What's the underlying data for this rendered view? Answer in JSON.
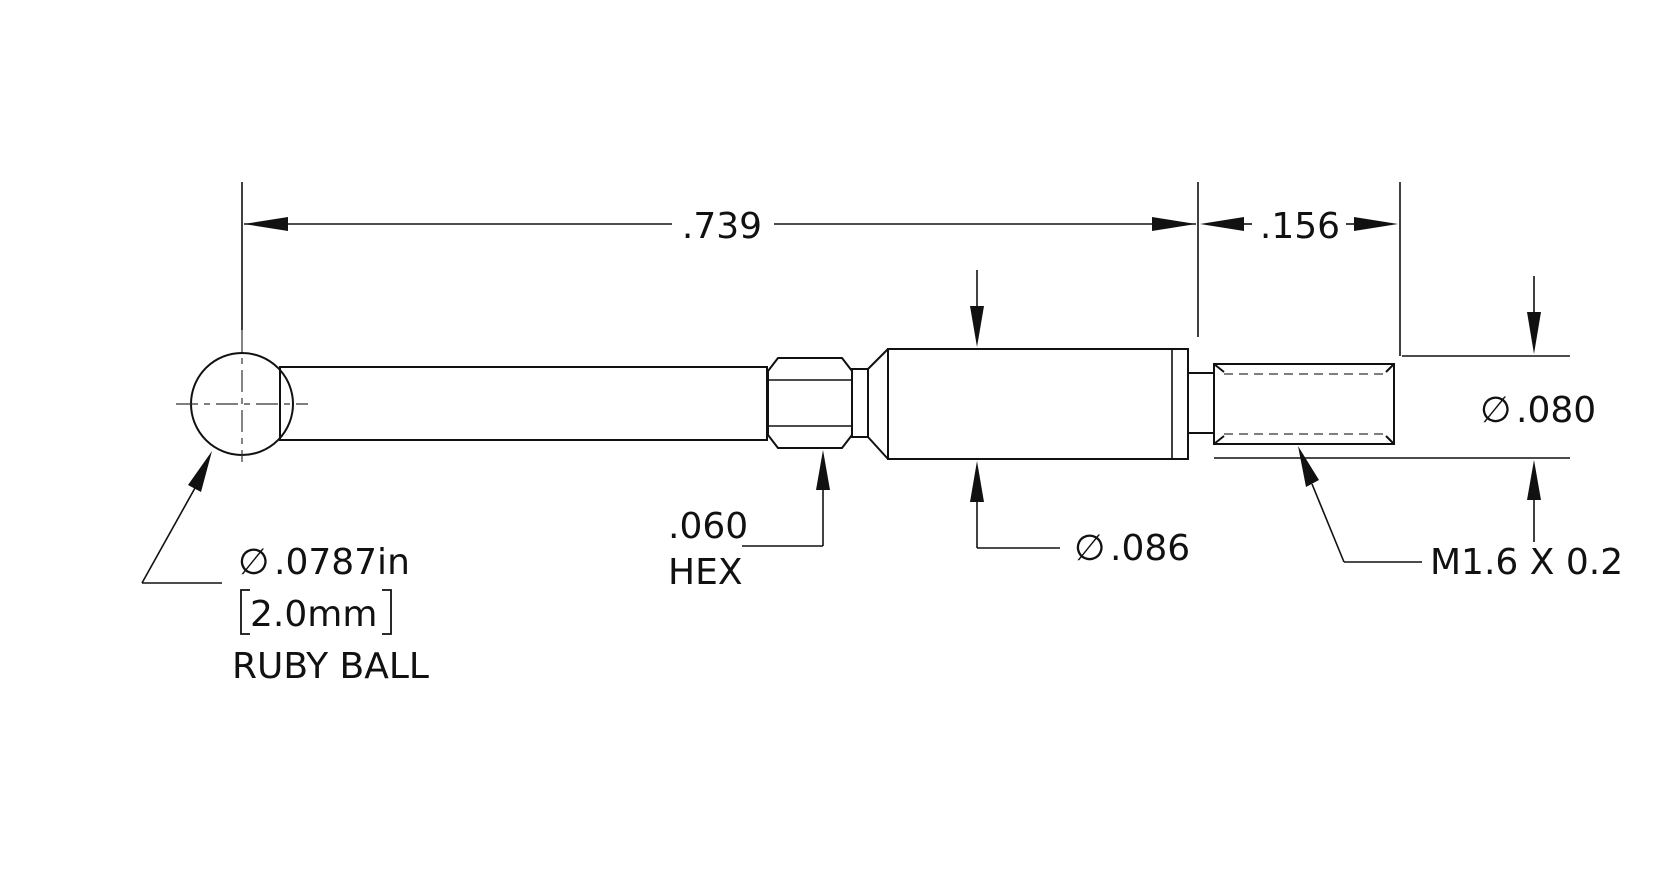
{
  "drawing": {
    "overall_length": ".739",
    "thread_length": ".156",
    "thread_diameter": ".080",
    "body_diameter": ".086",
    "hex_size": ".060",
    "hex_label": "HEX",
    "thread_spec": "M1.6 X 0.2",
    "ball_diameter_in": ".0787in",
    "ball_diameter_mm": "2.0mm",
    "ball_label": "RUBY BALL",
    "diameter_symbol": "∅"
  }
}
